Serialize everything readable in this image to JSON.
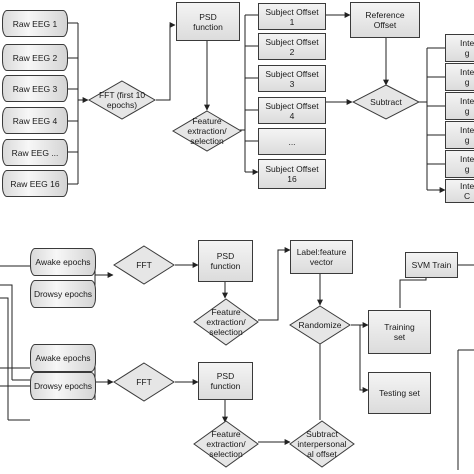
{
  "top": {
    "raw_eeg": [
      "Raw EEG 1",
      "Raw EEG 2",
      "Raw EEG 3",
      "Raw EEG 4",
      "Raw EEG ...",
      "Raw EEG 16"
    ],
    "fft": "FFT (first 10\nepochs)",
    "psd": "PSD\nfunction",
    "feature": "Feature\nextraction/\nselection",
    "subject_offsets": [
      "Subject Offset\n1",
      "Subject Offset\n2",
      "Subject Offset\n3",
      "Subject Offset\n4",
      "...",
      "Subject Offset\n16"
    ],
    "reference": "Reference\nOffset",
    "subtract": "Subtract",
    "right_cut": [
      "Inte\ng",
      "Inte\ng",
      "Inte\ng",
      "Inte\ng",
      "Inte\ng",
      "Inte\nC"
    ]
  },
  "bottom": {
    "awake_1": "Awake epochs",
    "drowsy_1": "Drowsy epochs",
    "fft_1": "FFT",
    "psd_1": "PSD\nfunction",
    "feature_1": "Feature\nextraction/\nselection",
    "label_vector": "Label:feature\nvector",
    "randomize": "Randomize",
    "svm": "SVM Train",
    "training": "Training\nset",
    "testing": "Testing set",
    "awake_2": "Awake epochs",
    "drowsy_2": "Drowsy epochs",
    "fft_2": "FFT",
    "psd_2": "PSD\nfunction",
    "feature_2": "Feature\nextraction/\nselection",
    "subtract_offset": "Subtract\ninterpersonal\nal offset"
  }
}
